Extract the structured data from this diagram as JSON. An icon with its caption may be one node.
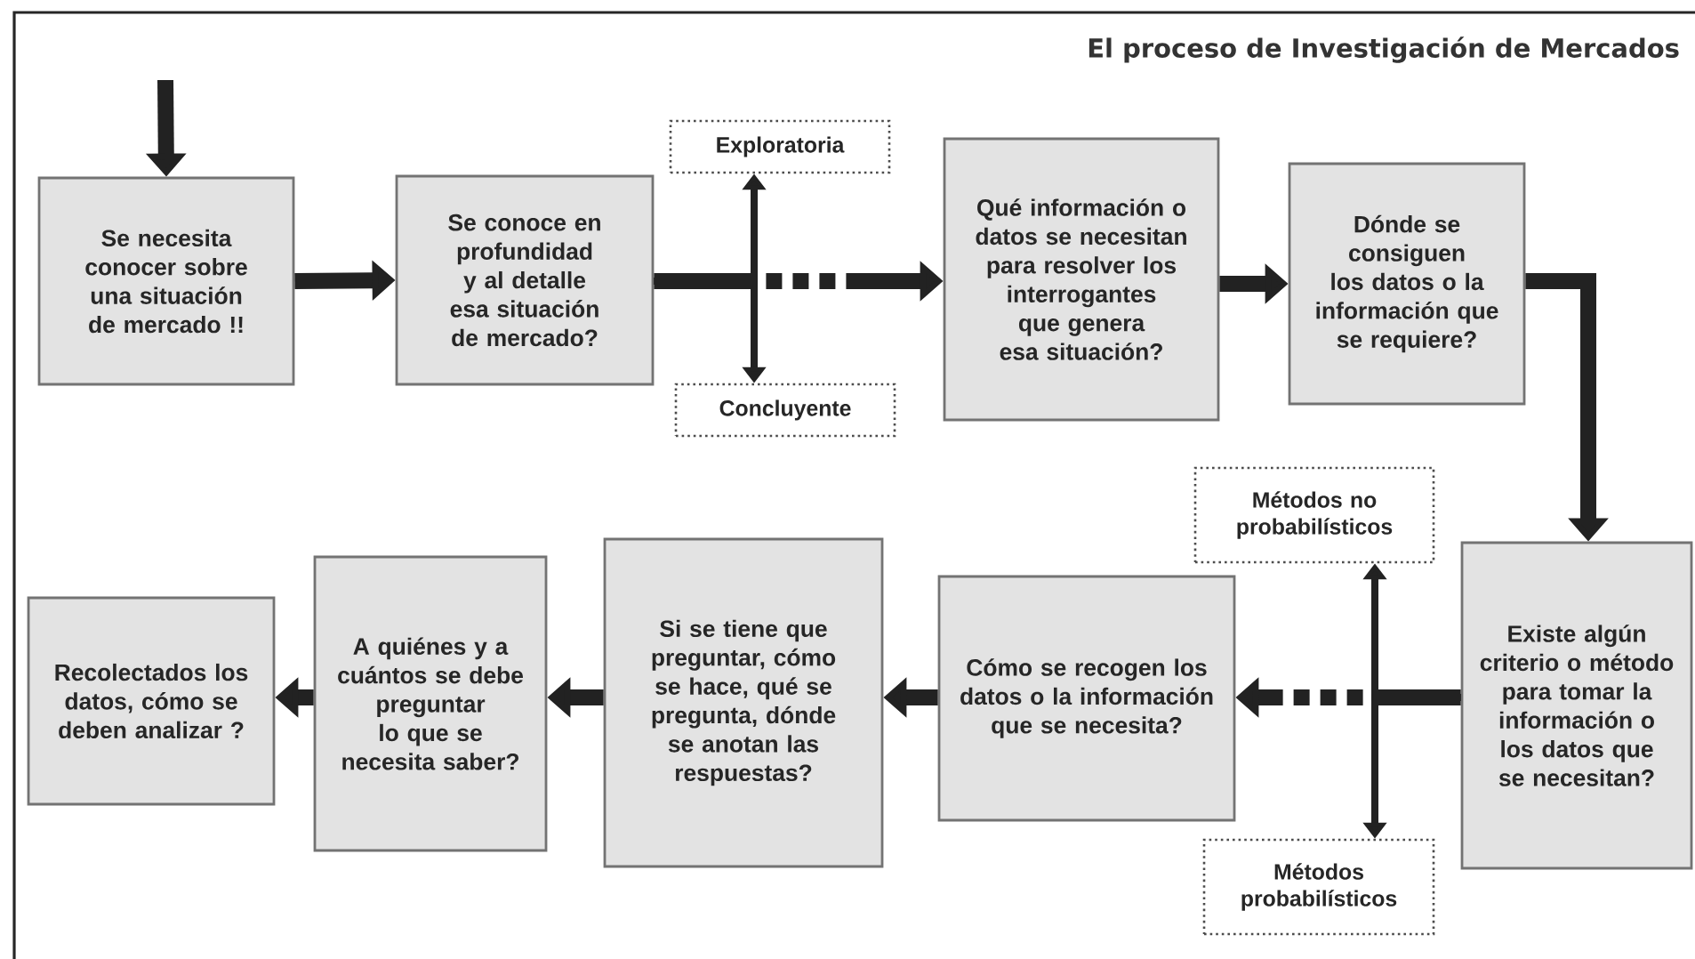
{
  "diagram": {
    "title": "El proceso de Investigación de Mercados",
    "nodes": [
      {
        "text": [
          "Se necesita conocer sobre una situación de mercado !!"
        ]
      },
      {
        "text": [
          "Se conoce en profundidad y al detalle esa situación de mercado?"
        ]
      },
      {
        "text": [
          "Exploratoria"
        ]
      },
      {
        "text": [
          "Concluyente"
        ]
      },
      {
        "text": [
          "Qué información o datos se necesitan para resolver los interrogantes que genera esa situación?"
        ]
      },
      {
        "text": [
          "Dónde se consiguen los datos o la información que se requiere?"
        ]
      },
      {
        "text": [
          "Existe algún criterio o método para tomar la información o los datos que se necesitan?"
        ]
      },
      {
        "text": [
          "Métodos no probabilísticos"
        ]
      },
      {
        "text": [
          "Métodos probabilísticos"
        ]
      },
      {
        "text": [
          "Cómo se recogen los datos o la información que se necesita?"
        ]
      },
      {
        "text": [
          "Si se tiene que preguntar, cómo se hace, qué se pregunta, dónde se anotan las respuestas?"
        ]
      },
      {
        "text": [
          "A quiénes y a cuántos se debe preguntar lo que se necesita saber?"
        ]
      },
      {
        "text": [
          "Recolectados los datos, cómo se deben analizar ?"
        ]
      }
    ],
    "edges": [
      {
        "from": null,
        "to": 0,
        "arrow": "to"
      },
      {
        "from": 0,
        "to": 1,
        "arrow": "to"
      },
      {
        "from": 1,
        "to": 2,
        "arrow": "to"
      },
      {
        "from": 1,
        "to": 3,
        "arrow": "to"
      },
      {
        "from": 1,
        "to": 4,
        "arrow": "to",
        "style": "dashed"
      },
      {
        "from": 4,
        "to": 5,
        "arrow": "to"
      },
      {
        "from": 5,
        "to": 6,
        "arrow": "to"
      },
      {
        "from": 6,
        "to": 7,
        "arrow": "to"
      },
      {
        "from": 6,
        "to": 8,
        "arrow": "to"
      },
      {
        "from": 6,
        "to": 9,
        "arrow": "to",
        "style": "dashed"
      },
      {
        "from": 9,
        "to": 10,
        "arrow": "to"
      },
      {
        "from": 10,
        "to": 11,
        "arrow": "to"
      },
      {
        "from": 11,
        "to": 12,
        "arrow": "to"
      }
    ]
  }
}
